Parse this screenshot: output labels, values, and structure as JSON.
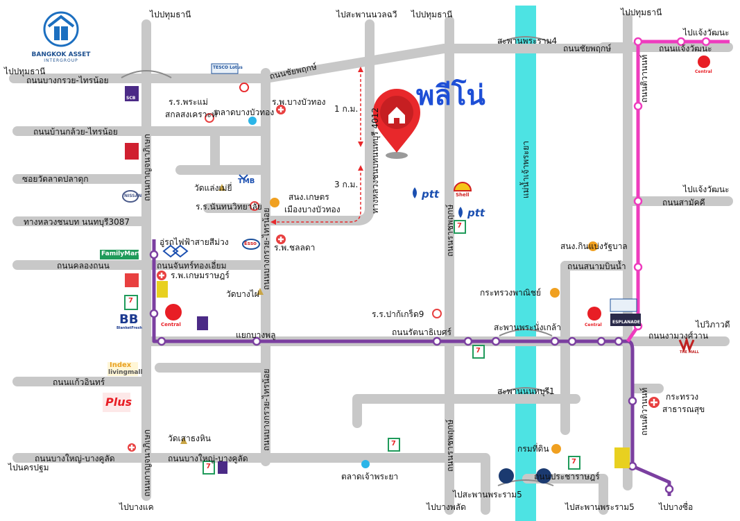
{
  "brand": {
    "name": "BANGKOK ASSET",
    "sub": "INTERGROUP"
  },
  "project_name": "พลีโน่",
  "river": {
    "label": "แม่น้ำเจ้าพระยา",
    "color": "#4de3e3"
  },
  "colors": {
    "road": "#c8c8c8",
    "purple_line": "#7b3fa0",
    "pink_line": "#ee3cbe",
    "marker": "#e8282b"
  },
  "directions": {
    "top_pathumthani_1": "ไปปทุมธานี",
    "top_nawalaw": "ไปสะพานนวลฉวี",
    "top_pathumthani_2": "ไปปทุมธานี",
    "top_pathumthani_3": "ไปปทุมธานี",
    "left_pathumthani": "ไปปทุมธานี",
    "right_chaengwattana_1": "ไปแจ้งวัฒนะ",
    "right_chaengwattana_2": "ไปแจ้งวัฒนะ",
    "right_vibhavadi": "ไปวิภาวดี",
    "left_nakhonpathom": "ไปนครปฐม",
    "bottom_bangkhae": "ไปบางแค",
    "bottom_rama5_1": "ไปสะพานพระราม5",
    "bottom_bangphlat": "ไปบางพลัด",
    "bottom_rama5_2": "ไปสะพานพระราม5",
    "bottom_bangsue": "ไปบางซื่อ"
  },
  "roads": {
    "bangkruai_sainoi": "ถนนบางกรวย-ไทรน้อย",
    "bankluai_sainoi": "ถนนบ้านกล้วย-ไทรน้อย",
    "soi_watladpladuk": "ซอยวัดลาดปลาดุก",
    "highway_3087": "ทางหลวงชนบท นนทบุรี3087",
    "khlong_thanon": "ถนนคลองถนน",
    "chan_thongaiam": "ถนนจันทร์ทองเอี่ยม",
    "kaew_in": "ถนนแก้วอินทร์",
    "bangyai_bangkuat_left": "ถนนบางใหญ่-บางคูลัด",
    "bangyai_bangkuat_mid": "ถนนบางใหญ่-บางคูลัด",
    "kanchanaphisek_1": "ถนนกาญจนาภิเษก",
    "kanchanaphisek_2": "ถนนกาญจนาภิเษก",
    "bangkruai_v1": "ถนนบางกรวย-ไทรน้อย",
    "bangkruai_v2": "ถนนบางกรวย-ไทรน้อย",
    "chaiyaphruek_1": "ถนนชัยพฤกษ์",
    "chaiyaphruek_2": "ถนนชัยพฤกษ์",
    "highway_4012": "ทางหลวงชนบทนนทบุรี 4012",
    "ratchaphruek_1": "ถนนราชพฤกษ์",
    "ratchaphruek_2": "ถนนราชพฤกษ์",
    "rattanathibet": "ถนนรัตนาธิเบศร์",
    "chaengwattana": "ถนนแจ้งวัฒนะ",
    "tiwanon_1": "ถนนติวานนท์",
    "tiwanon_2": "ถนนติวานนท์",
    "samakkhi": "ถนนสามัคคี",
    "sanambinnam": "ถนนสนามบินน้ำ",
    "ngamwongwan": "ถนนงามวงศ์วาน",
    "pracharat": "ถนนประชาราษฎร์"
  },
  "bridges": {
    "rama4": "สะพานพระราม4",
    "phranangklao": "สะพานพระนั่งเกล้า",
    "nonthaburi": "สะพานนนทบุรี1"
  },
  "places": {
    "school_phramae": "ร.ร.พระแม่",
    "salesian": "สกลสงเคราะห์",
    "market_bangbuathong": "ตลาดบางบัวทอง",
    "hosp_bangbuathong": "ร.พ.บางบัวทอง",
    "wat_lammai": "วัดแล่งเม่ยี่",
    "school_nonthawittaya": "ร.ร.นันทนวิทยาลัย",
    "agri_office": "สนง.เกษตร",
    "agri_office_2": "เมืองบางบัวทอง",
    "hosp_chonlada": "ร.พ.ชลลดา",
    "depot_purple": "อู่รถไฟฟ้าสายสีม่วง",
    "hosp_kasemrad": "ร.พ.เกษมราษฎร์",
    "wat_bangphai": "วัดบางไผ่",
    "school_pakkret": "ร.ร.ปาก้เกร็ด9",
    "junction_bangphlu": "แยกบางพลู",
    "ministry_commerce": "กระทรวงพาณิชย์",
    "gov_office": "สนง.กินแบ่งรัฐบาล",
    "ministry_health": "กระทรวง",
    "ministry_health_2": "สาธารณสุข",
    "wat_saothonghin": "วัดเสาธงหิน",
    "land_dept": "กรมที่ดิน",
    "chao_phraya_market": "ตลาดเจ้าพระยา"
  },
  "distances": {
    "one_km": "1 ก.ม.",
    "three_km": "3 ก.ม."
  },
  "brands": {
    "scb": "SCB",
    "tesco": "TESCO Lotus",
    "tmb": "TMB",
    "nissan": "NISSAN",
    "family_mart": "FamilyMart",
    "bb": "BB",
    "bb_sub": "BlanketFresh",
    "central": "Central",
    "index": "Index",
    "index_sub": "livingmall",
    "plus": "Plus",
    "ptt": "ptt",
    "shell": "Shell",
    "esso": "Esso",
    "the_mall": "THE MALL",
    "esplanade": "ESPLANADE",
    "seven": "7"
  }
}
